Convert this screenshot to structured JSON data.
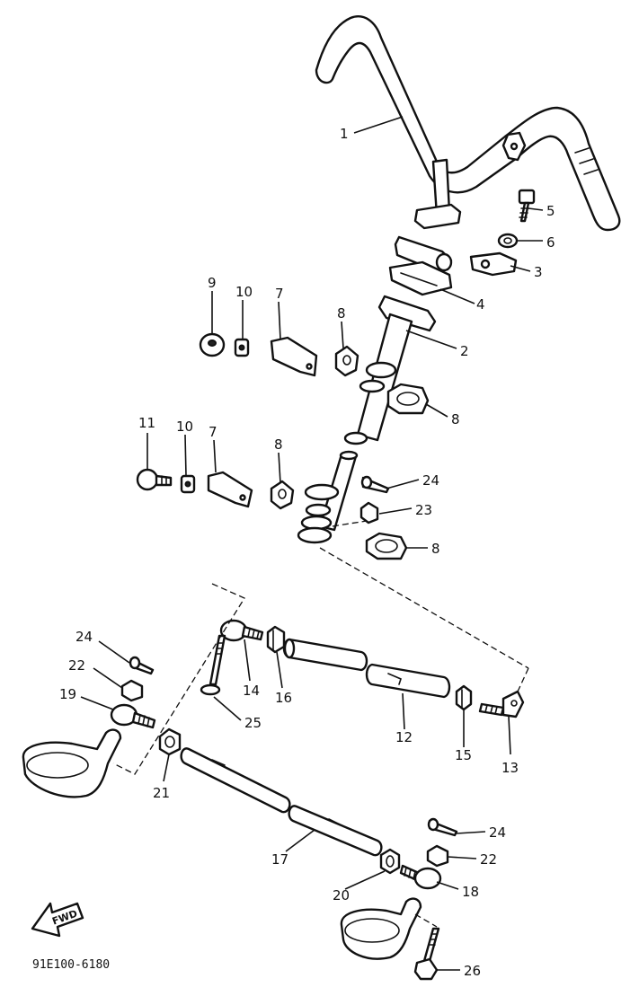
{
  "callouts": {
    "c1": "1",
    "c2": "2",
    "c3": "3",
    "c4": "4",
    "c5": "5",
    "c6": "6",
    "c7a": "7",
    "c7b": "7",
    "c8a": "8",
    "c8b": "8",
    "c8c": "8",
    "c8d": "8",
    "c9": "9",
    "c10a": "10",
    "c10b": "10",
    "c11": "11",
    "c12": "12",
    "c13": "13",
    "c14": "14",
    "c15": "15",
    "c16": "16",
    "c17": "17",
    "c18": "18",
    "c19": "19",
    "c20": "20",
    "c21": "21",
    "c22a": "22",
    "c22b": "22",
    "c23": "23",
    "c24a": "24",
    "c24b": "24",
    "c24c": "24",
    "c25": "25",
    "c26": "26"
  },
  "fwd_label": "FWD",
  "diagram_code": "91E100-6180",
  "colors": {
    "ink": "#111111",
    "paper": "#ffffff"
  }
}
